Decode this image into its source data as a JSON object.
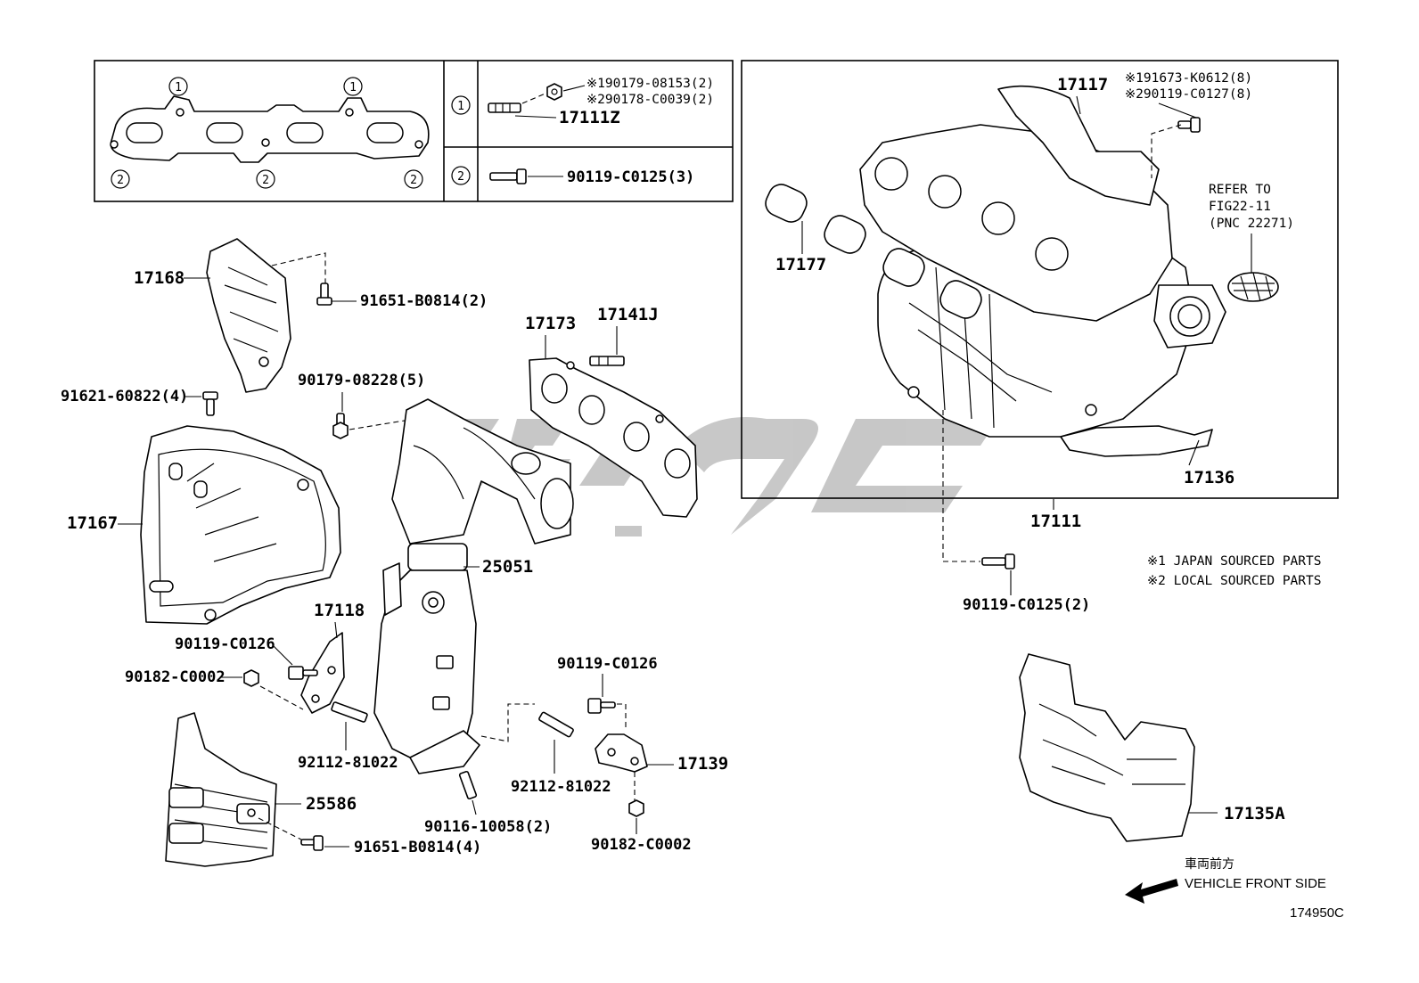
{
  "watermark": "ﺳﻴﻊ",
  "gasket_box": {
    "callout_1": "1",
    "callout_2": "2",
    "row1_bolt": "17111Z",
    "row1_note_a": "※190179-08153(2)",
    "row1_note_b": "※290178-C0039(2)",
    "row2_bolt": "90119-C0125(3)"
  },
  "intake_box": {
    "p17117": "17117",
    "note_a": "※191673-K0612(8)",
    "note_b": "※290119-C0127(8)",
    "refer_1": "REFER TO",
    "refer_2": "FIG22-11",
    "refer_3": "(PNC 22271)",
    "p17177": "17177",
    "p17136": "17136"
  },
  "parts": {
    "p17111": "17111",
    "p17168": "17168",
    "b91651_2": "91651-B0814(2)",
    "b91621": "91621-60822(4)",
    "b90179": "90179-08228(5)",
    "p17173": "17173",
    "p17141J": "17141J",
    "p17167": "17167",
    "p25051": "25051",
    "p17118": "17118",
    "b90119_c0126_a": "90119-C0126",
    "b90182_a": "90182-C0002",
    "b92112_a": "92112-81022",
    "b90119_c0126_b": "90119-C0126",
    "p17139": "17139",
    "b92112_b": "92112-81022",
    "p25586": "25586",
    "b91651_4": "91651-B0814(4)",
    "b90116": "90116-10058(2)",
    "b90182_b": "90182-C0002",
    "b90119_c0125_2": "90119-C0125(2)",
    "p17135A": "17135A"
  },
  "legend": {
    "japan": "※1 JAPAN SOURCED PARTS",
    "local": "※2 LOCAL SOURCED PARTS"
  },
  "direction": {
    "jp": "車両前方",
    "en": "VEHICLE FRONT SIDE"
  },
  "figure_id": "174950C"
}
